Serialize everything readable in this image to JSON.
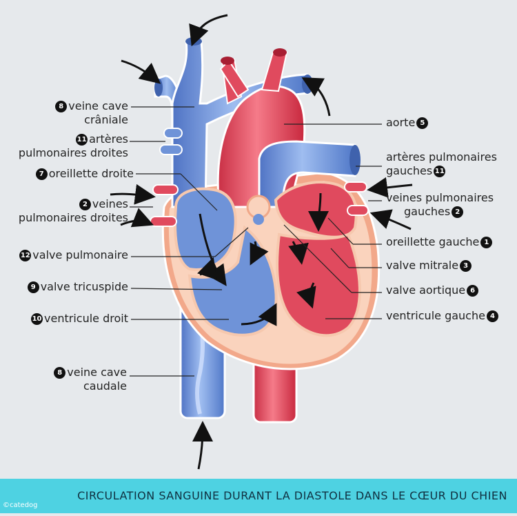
{
  "labels": {
    "veine_cave_craniale": {
      "num": "8",
      "line1": "veine cave",
      "line2": "crâniale"
    },
    "arteres_pulm_droites": {
      "num": "11",
      "line1": "artères",
      "line2": "pulmonaires droites"
    },
    "oreillette_droite": {
      "num": "7",
      "text": "oreillette droite"
    },
    "veines_pulm_droites": {
      "num": "2",
      "line1": "veines",
      "line2": "pulmonaires droites"
    },
    "valve_pulmonaire": {
      "num": "12",
      "text": "valve pulmonaire"
    },
    "valve_tricuspide": {
      "num": "9",
      "text": "valve tricuspide"
    },
    "ventricule_droit": {
      "num": "10",
      "text": "ventricule droit"
    },
    "veine_cave_caudale": {
      "num": "8",
      "line1": "veine cave",
      "line2": "caudale"
    },
    "aorte": {
      "num": "5",
      "text": "aorte"
    },
    "arteres_pulm_gauches": {
      "num": "11",
      "line1": "artères pulmonaires",
      "line2": "gauches"
    },
    "veines_pulm_gauches": {
      "num": "2",
      "line1": "veines pulmonaires",
      "line2": "gauches"
    },
    "oreillette_gauche": {
      "num": "1",
      "text": "oreillette gauche"
    },
    "valve_mitrale": {
      "num": "3",
      "text": "valve mitrale"
    },
    "valve_aortique": {
      "num": "6",
      "text": "valve aortique"
    },
    "ventricule_gauche": {
      "num": "4",
      "text": "ventricule gauche"
    }
  },
  "footer": {
    "title": "CIRCULATION SANGUINE DURANT LA DIASTOLE DANS LE CŒUR DU CHIEN",
    "copyright": "©catedog"
  },
  "colors": {
    "background": "#e6e9ec",
    "footer": "#4ed2e2",
    "blue_vessel": "#6f93d8",
    "red_vessel": "#e04a5e",
    "myocardium": "#f6c8ae",
    "pericardium": "#f2a88a"
  }
}
